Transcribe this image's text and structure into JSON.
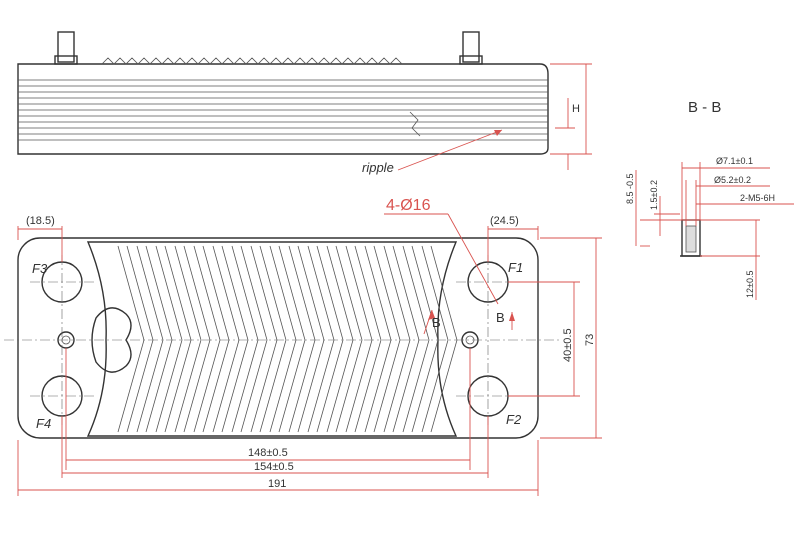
{
  "labels": {
    "ripple": "ripple",
    "port_count_dia": "4-Ø16",
    "section": "B - B",
    "H": "H",
    "F1": "F1",
    "F2": "F2",
    "F3": "F3",
    "F4": "F4",
    "B_left": "B",
    "B_right": "B"
  },
  "dims": {
    "left_offset": "(18.5)",
    "right_offset": "(24.5)",
    "port_pitch_v": "40±0.5",
    "plate_height": "73",
    "port_pitch_h": "148±0.5",
    "stud_pitch": "154±0.5",
    "overall_length": "191",
    "stud_outer_dia": "Ø7.1±0.1",
    "stud_inner_dia": "Ø5.2±0.2",
    "thread": "2-M5-6H",
    "stud_depth": "8.5 -0.5",
    "collar_height": "1.5±0.2",
    "stud_height": "12±0.5"
  },
  "colors": {
    "line": "#333333",
    "dimension": "#d9534f"
  }
}
